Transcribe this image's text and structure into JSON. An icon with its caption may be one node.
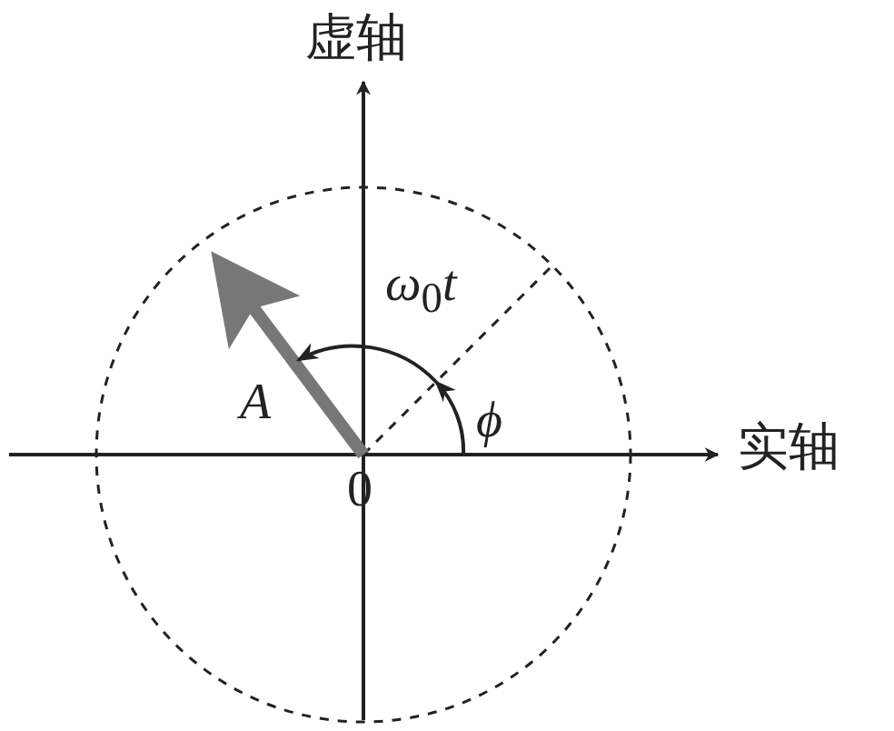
{
  "diagram": {
    "labels": [
      "虚轴",
      "*ω*$_{0}$*t*",
      "*A*",
      "*ϕ*",
      "实轴",
      "0"
    ]
  }
}
